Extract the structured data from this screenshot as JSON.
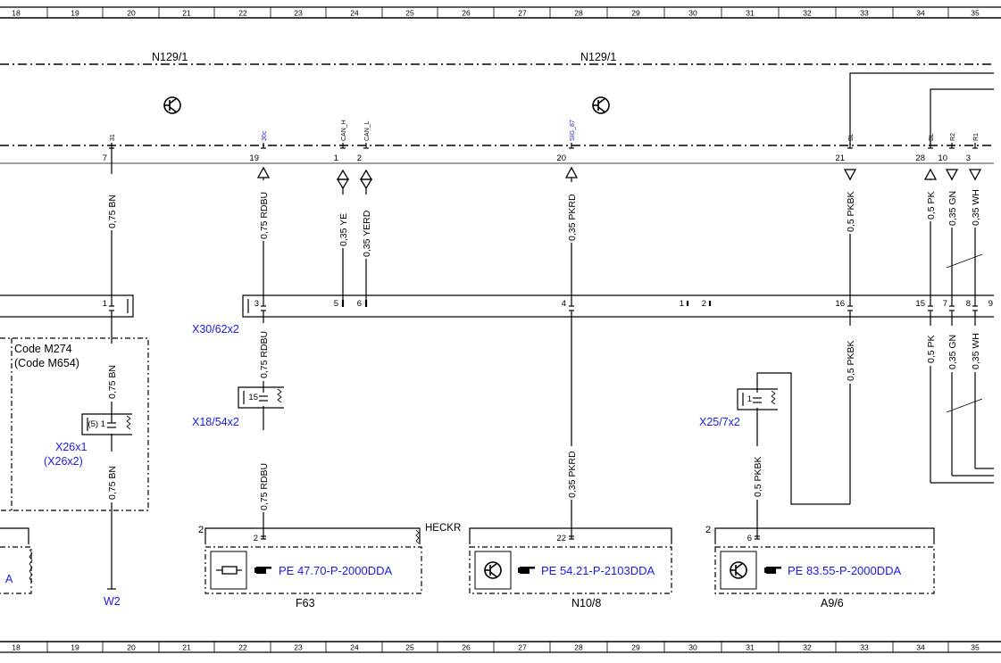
{
  "ruler": {
    "columns": [
      "18",
      "19",
      "20",
      "21",
      "22",
      "23",
      "24",
      "25",
      "26",
      "27",
      "28",
      "29",
      "30",
      "31",
      "32",
      "33",
      "34",
      "35"
    ]
  },
  "module": {
    "label_left": "N129/1",
    "label_right": "N129/1"
  },
  "module_pins": [
    {
      "pos": "7",
      "name": "31"
    },
    {
      "pos": "19",
      "name": "30c"
    },
    {
      "pos": "1",
      "name": "CAN_H"
    },
    {
      "pos": "2",
      "name": "CAN_L"
    },
    {
      "pos": "20",
      "name": "SIG_87"
    },
    {
      "pos": "21",
      "name": "BL"
    },
    {
      "pos": "28",
      "name": "BL"
    },
    {
      "pos": "10",
      "name": "R2"
    },
    {
      "pos": "3",
      "name": "R1"
    }
  ],
  "wires": {
    "w1": "0,75 BN",
    "w2": "0,75 RDBU",
    "w3": "0,35 YE",
    "w4": "0,35 YERD",
    "w5": "0,35 PKRD",
    "w6": "0,5 PKBK",
    "w7": "0,5 PK",
    "w8": "0,35 GN",
    "w9": "0,35 WH",
    "w1b": "0,75 BN",
    "w1c": "0,75 BN",
    "w2b": "0,75 RDBU",
    "w2c": "0,75 RDBU",
    "w5b": "0,35 PKRD",
    "w6b": "0,5 PKBK",
    "w6c": "0,5 PKBK",
    "w7b": "0,5 PK",
    "w8b": "0,35 GN",
    "w9b": "0,35 WH"
  },
  "connector_bar": {
    "left_pin": "1",
    "p3": "3",
    "p5": "5",
    "p6": "6",
    "p4": "4",
    "p1": "1",
    "p2": "2",
    "p16": "16",
    "p15": "15",
    "p7": "7",
    "p8": "8",
    "p9": "9"
  },
  "connectors": {
    "x30": "X30/62x2",
    "x18": "X18/54x2",
    "x18_pin": "15",
    "x25": "X25/7x2",
    "x25_pin": "1",
    "x26": "X26x1",
    "x26_alt": "(X26x2)",
    "x26_pin": "(5) 1"
  },
  "code_box": {
    "line1": "Code M274",
    "line2": "(Code M654)"
  },
  "heckr": "HECKR",
  "components": {
    "f63": {
      "name": "F63",
      "ref": "PE 47.70-P-2000DDA",
      "num": "2",
      "pin": "2"
    },
    "n10": {
      "name": "N10/8",
      "ref": "PE 54.21-P-2103DDA",
      "pin": "22"
    },
    "a9": {
      "name": "A9/6",
      "ref": "PE 83.55-P-2000DDA",
      "num": "2",
      "pin": "6"
    },
    "left_partial": "A"
  },
  "ground": "W2"
}
